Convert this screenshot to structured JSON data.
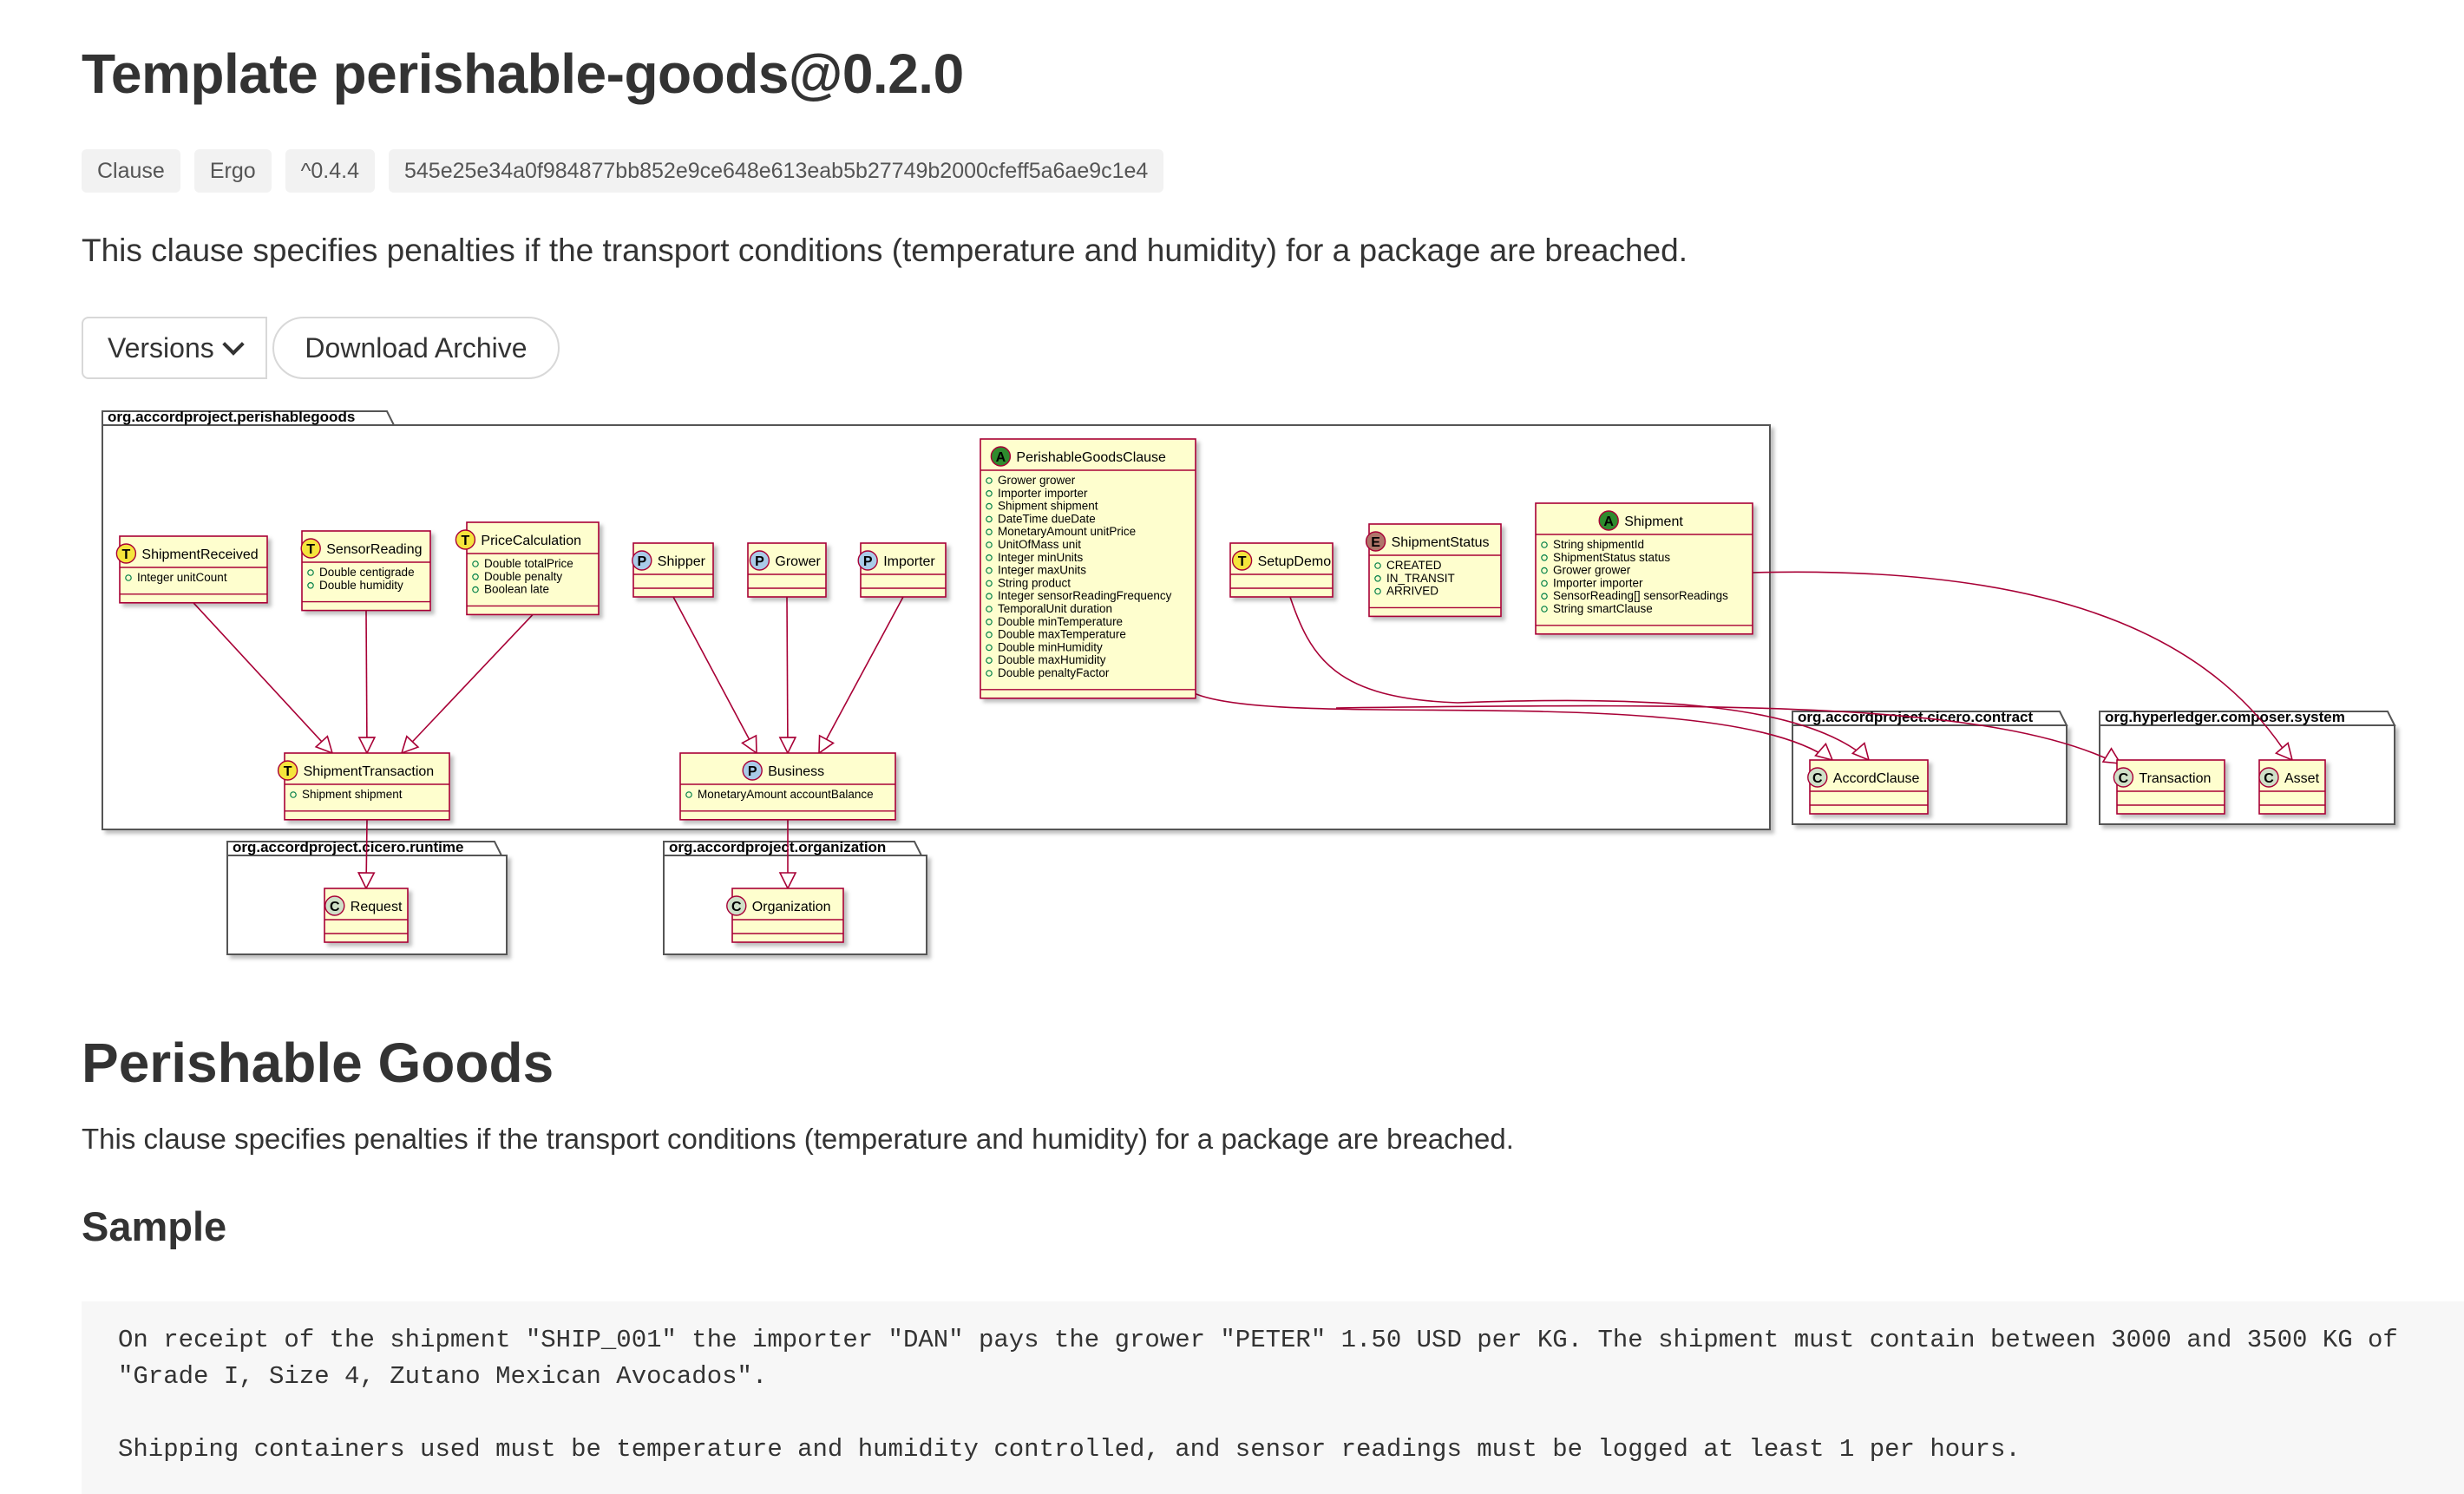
{
  "page": {
    "title": "Template perishable-goods@0.2.0",
    "tags": [
      "Clause",
      "Ergo",
      "^0.4.4",
      "545e25e34a0f984877bb852e9ce648e613eab5b27749b2000cfeff5a6ae9c1e4"
    ],
    "description": "This clause specifies penalties if the transport conditions (temperature and humidity) for a package are breached.",
    "versions_label": "Versions",
    "download_label": "Download Archive"
  },
  "diagram": {
    "packages": {
      "main": "org.accordproject.perishablegoods",
      "runtime": "org.accordproject.cicero.runtime",
      "organization": "org.accordproject.organization",
      "contract": "org.accordproject.cicero.contract",
      "system": "org.hyperledger.composer.system"
    },
    "classes": {
      "shipment_received": {
        "stereo": "T",
        "name": "ShipmentReceived",
        "fields": [
          "Integer unitCount"
        ]
      },
      "sensor_reading": {
        "stereo": "T",
        "name": "SensorReading",
        "fields": [
          "Double centigrade",
          "Double humidity"
        ]
      },
      "price_calculation": {
        "stereo": "T",
        "name": "PriceCalculation",
        "fields": [
          "Double totalPrice",
          "Double penalty",
          "Boolean late"
        ]
      },
      "shipper": {
        "stereo": "P",
        "name": "Shipper",
        "fields": []
      },
      "grower": {
        "stereo": "P",
        "name": "Grower",
        "fields": []
      },
      "importer": {
        "stereo": "P",
        "name": "Importer",
        "fields": []
      },
      "clause": {
        "stereo": "A",
        "name": "PerishableGoodsClause",
        "fields": [
          "Grower grower",
          "Importer importer",
          "Shipment shipment",
          "DateTime dueDate",
          "MonetaryAmount unitPrice",
          "UnitOfMass unit",
          "Integer minUnits",
          "Integer maxUnits",
          "String product",
          "Integer sensorReadingFrequency",
          "TemporalUnit duration",
          "Double minTemperature",
          "Double maxTemperature",
          "Double minHumidity",
          "Double maxHumidity",
          "Double penaltyFactor"
        ]
      },
      "setup_demo": {
        "stereo": "T",
        "name": "SetupDemo",
        "fields": []
      },
      "shipment_status": {
        "stereo": "E",
        "name": "ShipmentStatus",
        "fields": [
          "CREATED",
          "IN_TRANSIT",
          "ARRIVED"
        ]
      },
      "shipment": {
        "stereo": "A",
        "name": "Shipment",
        "fields": [
          "String shipmentId",
          "ShipmentStatus status",
          "Grower grower",
          "Importer importer",
          "SensorReading[] sensorReadings",
          "String smartClause"
        ]
      },
      "shipment_transaction": {
        "stereo": "T",
        "name": "ShipmentTransaction",
        "fields": [
          "Shipment shipment"
        ]
      },
      "business": {
        "stereo": "P",
        "name": "Business",
        "fields": [
          "MonetaryAmount accountBalance"
        ]
      },
      "request": {
        "stereo": "C",
        "name": "Request",
        "fields": []
      },
      "organization": {
        "stereo": "C",
        "name": "Organization",
        "fields": []
      },
      "accord_clause": {
        "stereo": "C",
        "name": "AccordClause",
        "fields": []
      },
      "transaction": {
        "stereo": "C",
        "name": "Transaction",
        "fields": []
      },
      "asset": {
        "stereo": "C",
        "name": "Asset",
        "fields": []
      }
    },
    "colors": {
      "T": "#f5e53c",
      "P": "#a9cbe8",
      "A": "#2e8b2e",
      "E": "#b0756a",
      "C": "#cfe0c8",
      "box": "#fefece",
      "border": "#a80036"
    }
  },
  "readme": {
    "heading": "Perishable Goods",
    "description": "This clause specifies penalties if the transport conditions (temperature and humidity) for a package are breached.",
    "sample_heading": "Sample",
    "sample_lines": [
      "On receipt of the shipment \"SHIP_001\" the importer \"DAN\" pays the grower \"PETER\" 1.50 USD per KG. The shipment must contain between 3000 and 3500 KG of",
      "\"Grade I, Size 4, Zutano Mexican Avocados\".",
      "",
      "Shipping containers used must be temperature and humidity controlled, and sensor readings must be logged at least 1 per hours."
    ]
  }
}
